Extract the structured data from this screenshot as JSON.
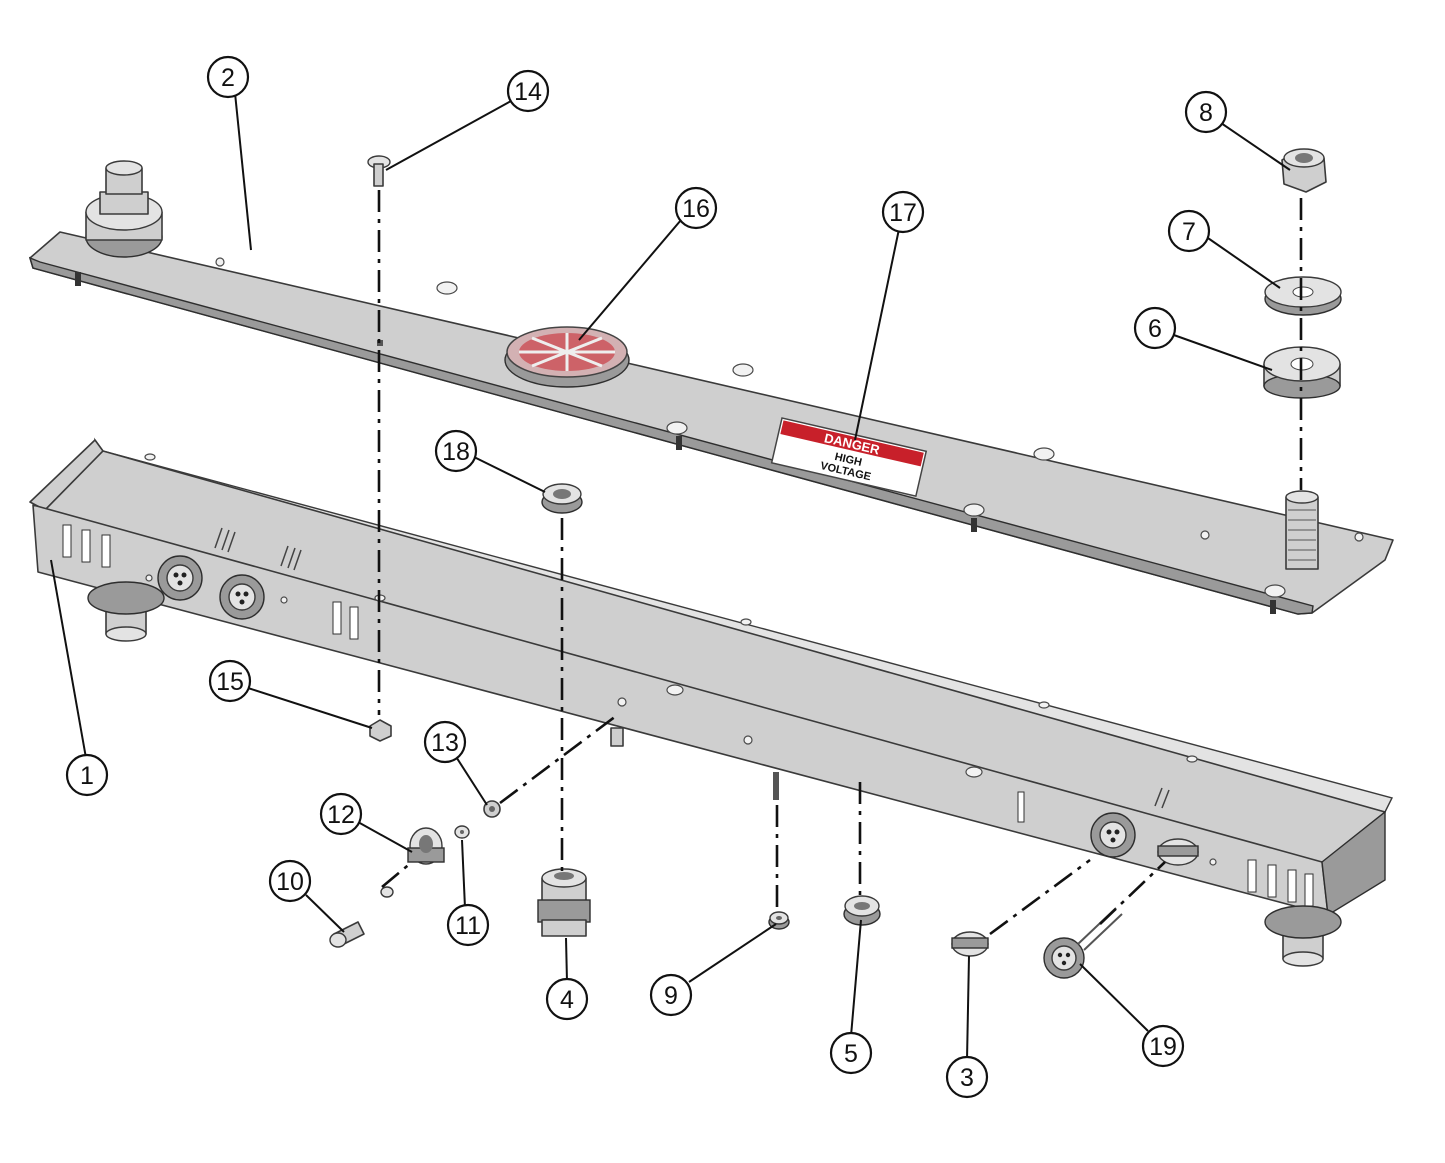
{
  "callouts": [
    {
      "label": "1"
    },
    {
      "label": "2"
    },
    {
      "label": "3"
    },
    {
      "label": "4"
    },
    {
      "label": "5"
    },
    {
      "label": "6"
    },
    {
      "label": "7"
    },
    {
      "label": "8"
    },
    {
      "label": "9"
    },
    {
      "label": "10"
    },
    {
      "label": "11"
    },
    {
      "label": "12"
    },
    {
      "label": "13"
    },
    {
      "label": "14"
    },
    {
      "label": "15"
    },
    {
      "label": "16"
    },
    {
      "label": "17"
    },
    {
      "label": "18"
    },
    {
      "label": "19"
    }
  ],
  "warning_label": {
    "header": "DANGER",
    "line1": "HIGH",
    "line2": "VOLTAGE"
  },
  "colors": {
    "danger_red": "#c8202a",
    "metal": "#cfcfcf",
    "outline": "#3a3a3a"
  }
}
